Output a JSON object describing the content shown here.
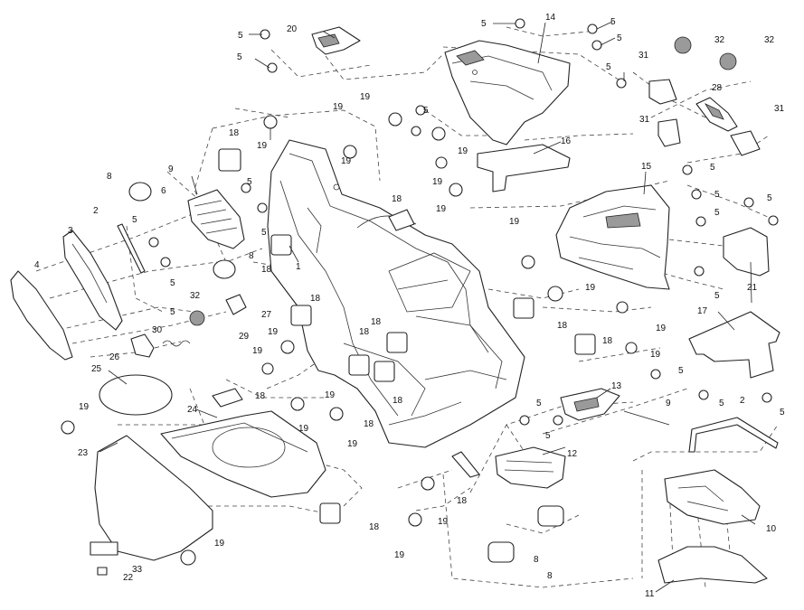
{
  "callouts": [
    {
      "id": "c-1",
      "text": "1"
    },
    {
      "id": "c-2a",
      "text": "2"
    },
    {
      "id": "c-2b",
      "text": "2"
    },
    {
      "id": "c-3",
      "text": "3"
    },
    {
      "id": "c-4",
      "text": "4"
    },
    {
      "id": "c-5-1",
      "text": "5"
    },
    {
      "id": "c-5-2",
      "text": "5"
    },
    {
      "id": "c-5-3",
      "text": "5"
    },
    {
      "id": "c-5-4",
      "text": "5"
    },
    {
      "id": "c-5-5",
      "text": "5"
    },
    {
      "id": "c-5-6",
      "text": "5"
    },
    {
      "id": "c-5-7",
      "text": "5"
    },
    {
      "id": "c-5-8",
      "text": "5"
    },
    {
      "id": "c-5-9",
      "text": "5"
    },
    {
      "id": "c-5-10",
      "text": "5"
    },
    {
      "id": "c-5-11",
      "text": "5"
    },
    {
      "id": "c-5-12",
      "text": "5"
    },
    {
      "id": "c-5-13",
      "text": "5"
    },
    {
      "id": "c-5-14",
      "text": "5"
    },
    {
      "id": "c-5-15",
      "text": "5"
    },
    {
      "id": "c-5-16",
      "text": "5"
    },
    {
      "id": "c-5-17",
      "text": "5"
    },
    {
      "id": "c-5-18",
      "text": "5"
    },
    {
      "id": "c-5-19",
      "text": "5"
    },
    {
      "id": "c-5-20",
      "text": "5"
    },
    {
      "id": "c-5-21",
      "text": "5"
    },
    {
      "id": "c-5-22",
      "text": "5"
    },
    {
      "id": "c-6",
      "text": "6"
    },
    {
      "id": "c-8a",
      "text": "8"
    },
    {
      "id": "c-8b",
      "text": "8"
    },
    {
      "id": "c-8c",
      "text": "8"
    },
    {
      "id": "c-8d",
      "text": "8"
    },
    {
      "id": "c-9a",
      "text": "9"
    },
    {
      "id": "c-9b",
      "text": "9"
    },
    {
      "id": "c-10",
      "text": "10"
    },
    {
      "id": "c-11",
      "text": "11"
    },
    {
      "id": "c-12",
      "text": "12"
    },
    {
      "id": "c-13",
      "text": "13"
    },
    {
      "id": "c-14",
      "text": "14"
    },
    {
      "id": "c-15",
      "text": "15"
    },
    {
      "id": "c-16",
      "text": "16"
    },
    {
      "id": "c-17",
      "text": "17"
    },
    {
      "id": "c-18-1",
      "text": "18"
    },
    {
      "id": "c-18-2",
      "text": "18"
    },
    {
      "id": "c-18-3",
      "text": "18"
    },
    {
      "id": "c-18-4",
      "text": "18"
    },
    {
      "id": "c-18-5",
      "text": "18"
    },
    {
      "id": "c-18-6",
      "text": "18"
    },
    {
      "id": "c-18-7",
      "text": "18"
    },
    {
      "id": "c-18-8",
      "text": "18"
    },
    {
      "id": "c-18-9",
      "text": "18"
    },
    {
      "id": "c-18-10",
      "text": "18"
    },
    {
      "id": "c-18-11",
      "text": "18"
    },
    {
      "id": "c-18-12",
      "text": "18"
    },
    {
      "id": "c-18-13",
      "text": "18"
    },
    {
      "id": "c-19-1",
      "text": "19"
    },
    {
      "id": "c-19-2",
      "text": "19"
    },
    {
      "id": "c-19-3",
      "text": "19"
    },
    {
      "id": "c-19-4",
      "text": "19"
    },
    {
      "id": "c-19-5",
      "text": "19"
    },
    {
      "id": "c-19-6",
      "text": "19"
    },
    {
      "id": "c-19-7",
      "text": "19"
    },
    {
      "id": "c-19-8",
      "text": "19"
    },
    {
      "id": "c-19-9",
      "text": "19"
    },
    {
      "id": "c-19-10",
      "text": "19"
    },
    {
      "id": "c-19-11",
      "text": "19"
    },
    {
      "id": "c-19-12",
      "text": "19"
    },
    {
      "id": "c-19-13",
      "text": "19"
    },
    {
      "id": "c-19-14",
      "text": "19"
    },
    {
      "id": "c-19-15",
      "text": "19"
    },
    {
      "id": "c-19-16",
      "text": "19"
    },
    {
      "id": "c-19-17",
      "text": "19"
    },
    {
      "id": "c-19-18",
      "text": "19"
    },
    {
      "id": "c-19-19",
      "text": "19"
    },
    {
      "id": "c-19-20",
      "text": "19"
    },
    {
      "id": "c-20",
      "text": "20"
    },
    {
      "id": "c-21",
      "text": "21"
    },
    {
      "id": "c-22",
      "text": "22"
    },
    {
      "id": "c-23",
      "text": "23"
    },
    {
      "id": "c-24",
      "text": "24"
    },
    {
      "id": "c-25",
      "text": "25"
    },
    {
      "id": "c-26",
      "text": "26"
    },
    {
      "id": "c-27",
      "text": "27"
    },
    {
      "id": "c-28",
      "text": "28"
    },
    {
      "id": "c-29",
      "text": "29"
    },
    {
      "id": "c-30",
      "text": "30"
    },
    {
      "id": "c-31a",
      "text": "31"
    },
    {
      "id": "c-31b",
      "text": "31"
    },
    {
      "id": "c-31c",
      "text": "31"
    },
    {
      "id": "c-32a",
      "text": "32"
    },
    {
      "id": "c-32b",
      "text": "32"
    },
    {
      "id": "c-32c",
      "text": "32"
    },
    {
      "id": "c-33",
      "text": "33"
    }
  ]
}
